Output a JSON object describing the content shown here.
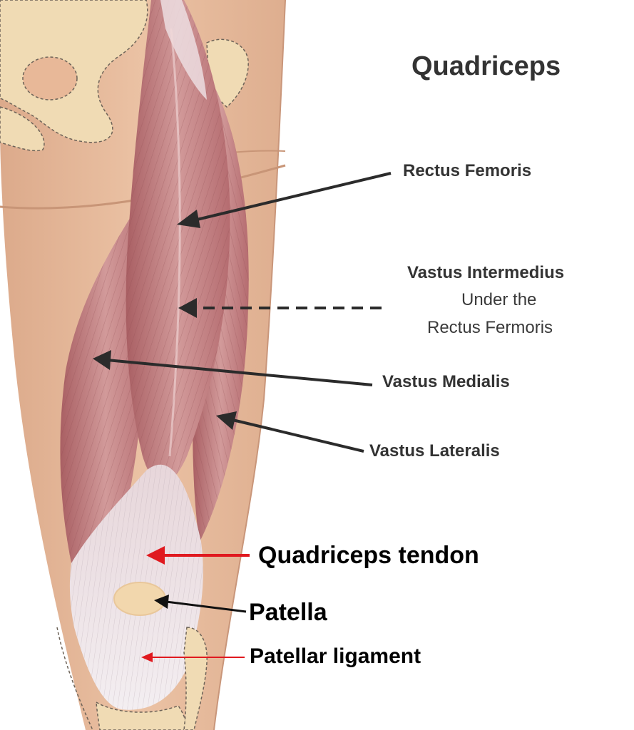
{
  "title": "Quadriceps",
  "labels": {
    "rectus_femoris": "Rectus Femoris",
    "vastus_intermedius": "Vastus Intermedius",
    "vastus_intermedius_note_1": "Under the",
    "vastus_intermedius_note_2": "Rectus Fermoris",
    "vastus_medialis": "Vastus Medialis",
    "vastus_lateralis": "Vastus Lateralis",
    "quadriceps_tendon": "Quadriceps tendon",
    "patella": "Patella",
    "patellar_ligament": "Patellar ligament"
  },
  "colors": {
    "skin": "#e6b999",
    "bone": "#f1ddb7",
    "muscle": "#c27a7c",
    "tendon": "#ece6ea",
    "dark_arrow": "#2b2b2b",
    "red_arrow": "#e0191f"
  }
}
